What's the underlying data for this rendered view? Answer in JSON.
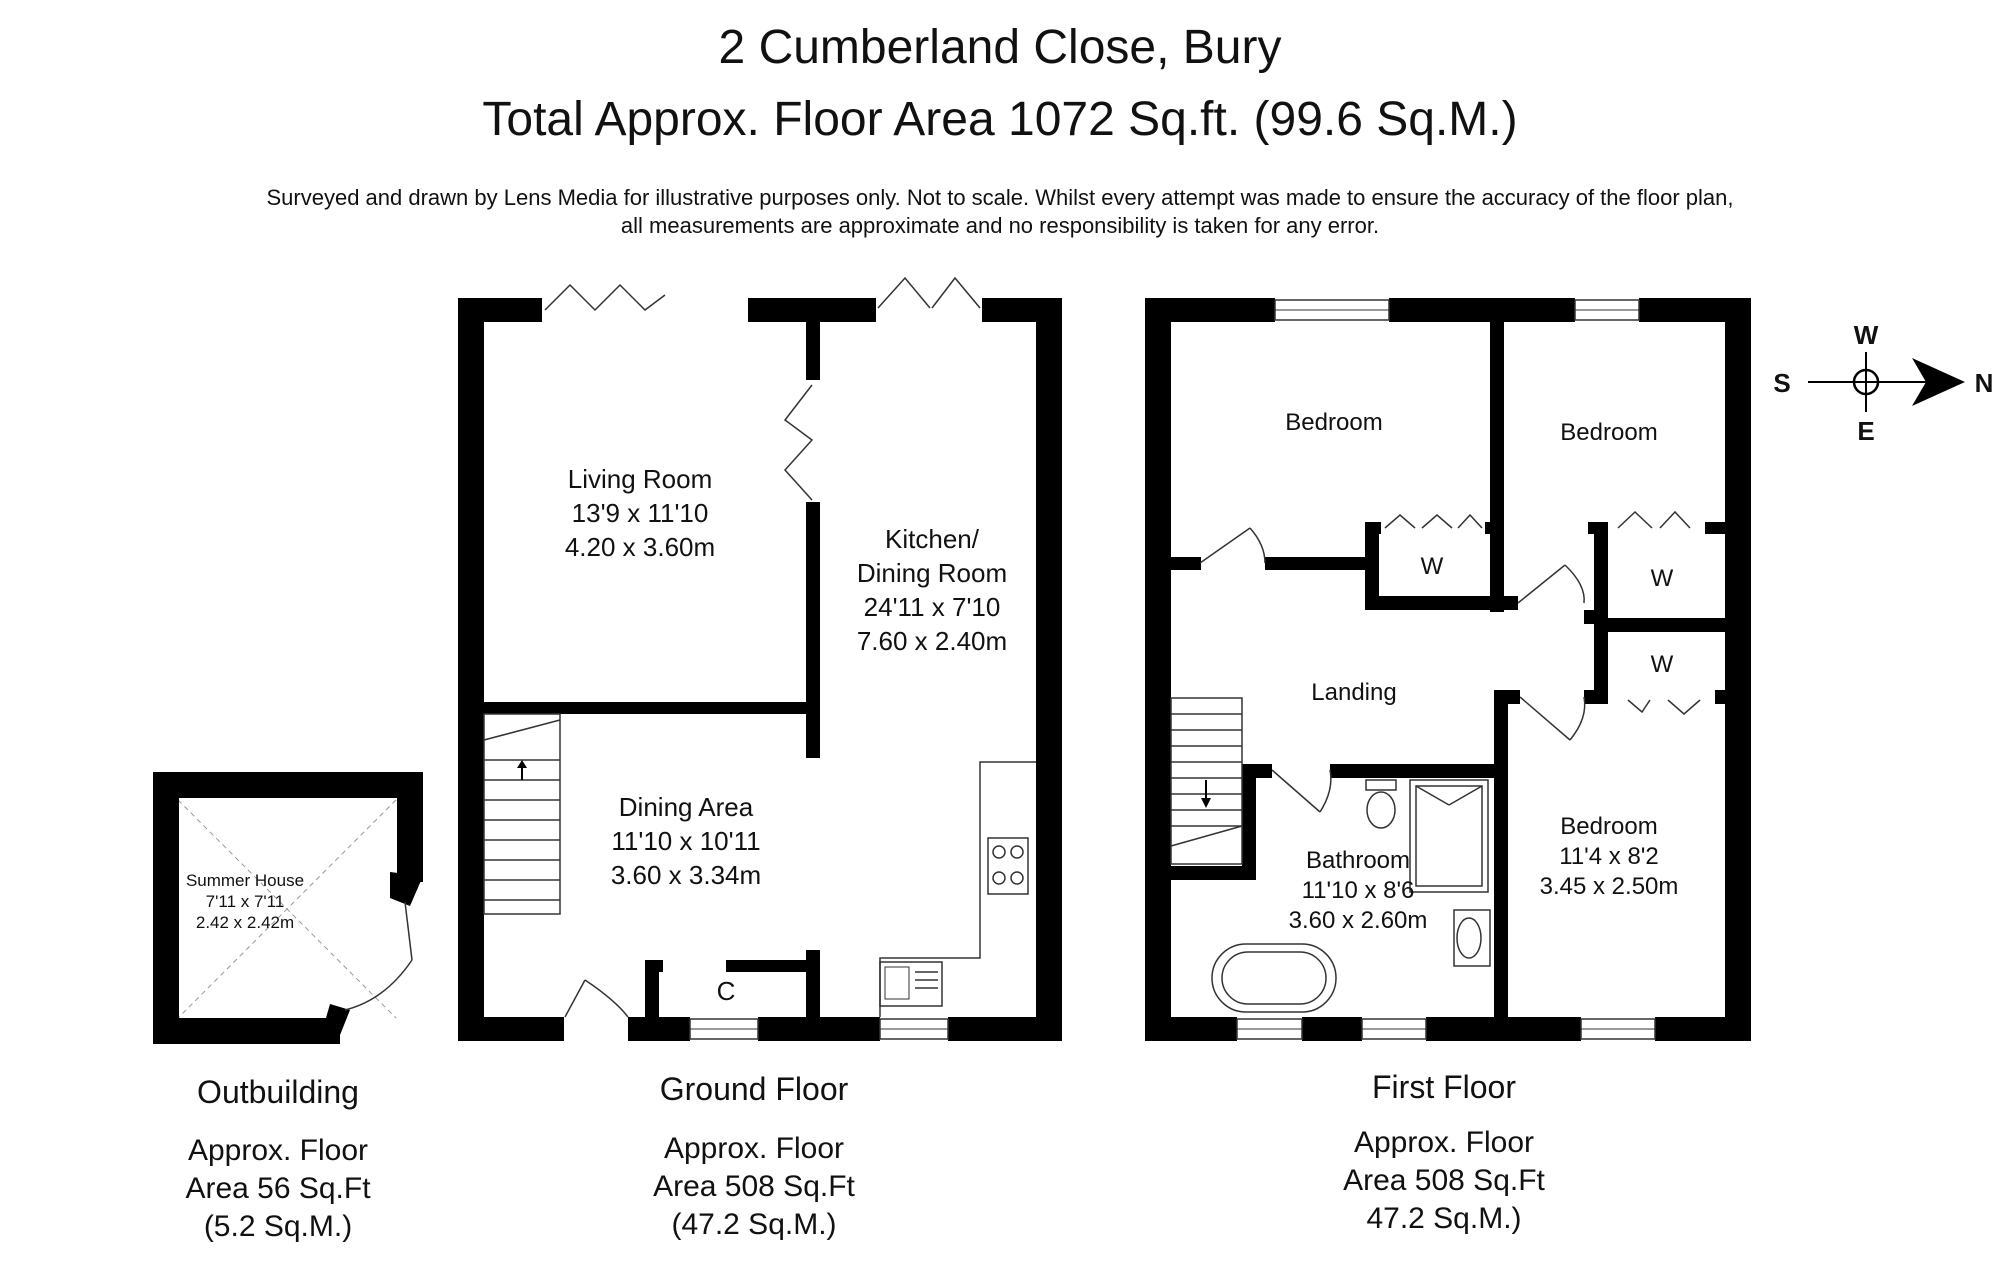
{
  "header": {
    "title": "2 Cumberland Close, Bury",
    "subtitle": "Total Approx. Floor Area 1072 Sq.ft. (99.6 Sq.M.)",
    "disclaimer_line1": "Surveyed and drawn by Lens Media for illustrative purposes only. Not to scale. Whilst every attempt was made to ensure the accuracy of the floor plan,",
    "disclaimer_line2": "all measurements are approximate and no responsibility is taken for any error."
  },
  "outbuilding": {
    "room": {
      "name": "Summer House",
      "imperial": "7'11 x 7'11",
      "metric": "2.42 x 2.42m"
    },
    "caption": {
      "name": "Outbuilding",
      "area1": "Approx. Floor",
      "area2": "Area 56 Sq.Ft",
      "area3": "(5.2 Sq.M.)"
    }
  },
  "ground_floor": {
    "living_room": {
      "name": "Living Room",
      "imperial": "13'9 x 11'10",
      "metric": "4.20 x 3.60m"
    },
    "kitchen": {
      "name1": "Kitchen/",
      "name2": "Dining Room",
      "imperial": "24'11 x 7'10",
      "metric": "7.60 x 2.40m"
    },
    "dining_area": {
      "name": "Dining Area",
      "imperial": "11'10 x 10'11",
      "metric": "3.60 x 3.34m"
    },
    "cupboard": "C",
    "caption": {
      "name": "Ground Floor",
      "area1": "Approx. Floor",
      "area2": "Area 508 Sq.Ft",
      "area3": "(47.2 Sq.M.)"
    }
  },
  "first_floor": {
    "bedroom1": {
      "name": "Bedroom"
    },
    "bedroom2": {
      "name": "Bedroom"
    },
    "wardrobe1": "W",
    "wardrobe2": "W",
    "wardrobe3": "W",
    "landing": "Landing",
    "bathroom": {
      "name": "Bathroom",
      "imperial": "11'10 x 8'6",
      "metric": "3.60 x 2.60m"
    },
    "bedroom3": {
      "name": "Bedroom",
      "imperial": "11'4 x 8'2",
      "metric": "3.45 x 2.50m"
    },
    "caption": {
      "name": "First Floor",
      "area1": "Approx. Floor",
      "area2": "Area 508 Sq.Ft",
      "area3": "47.2 Sq.M.)"
    }
  },
  "compass": {
    "west": "W",
    "south": "S",
    "east": "E",
    "north": "N"
  }
}
